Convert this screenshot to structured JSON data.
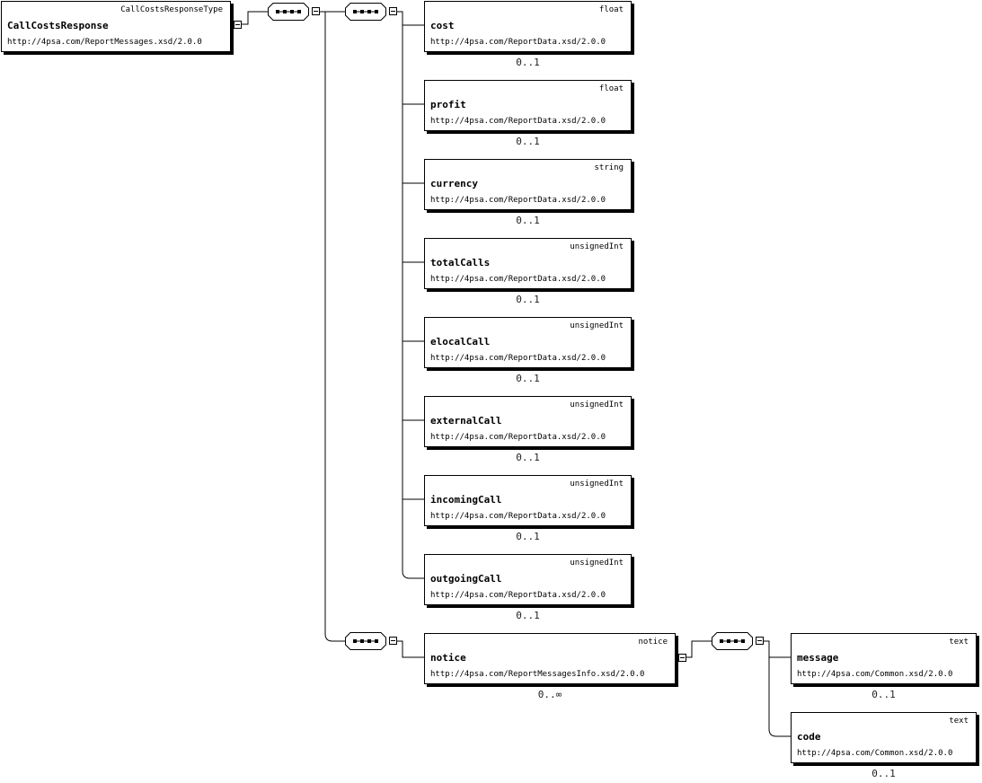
{
  "root": {
    "type": "CallCostsResponseType",
    "name": "CallCostsResponse",
    "ns": "http://4psa.com/ReportMessages.xsd/2.0.0"
  },
  "children": [
    {
      "type": "float",
      "name": "cost",
      "ns": "http://4psa.com/ReportData.xsd/2.0.0",
      "card": "0..1"
    },
    {
      "type": "float",
      "name": "profit",
      "ns": "http://4psa.com/ReportData.xsd/2.0.0",
      "card": "0..1"
    },
    {
      "type": "string",
      "name": "currency",
      "ns": "http://4psa.com/ReportData.xsd/2.0.0",
      "card": "0..1"
    },
    {
      "type": "unsignedInt",
      "name": "totalCalls",
      "ns": "http://4psa.com/ReportData.xsd/2.0.0",
      "card": "0..1"
    },
    {
      "type": "unsignedInt",
      "name": "elocalCall",
      "ns": "http://4psa.com/ReportData.xsd/2.0.0",
      "card": "0..1"
    },
    {
      "type": "unsignedInt",
      "name": "externalCall",
      "ns": "http://4psa.com/ReportData.xsd/2.0.0",
      "card": "0..1"
    },
    {
      "type": "unsignedInt",
      "name": "incomingCall",
      "ns": "http://4psa.com/ReportData.xsd/2.0.0",
      "card": "0..1"
    },
    {
      "type": "unsignedInt",
      "name": "outgoingCall",
      "ns": "http://4psa.com/ReportData.xsd/2.0.0",
      "card": "0..1"
    }
  ],
  "notice": {
    "type": "notice",
    "name": "notice",
    "ns": "http://4psa.com/ReportMessagesInfo.xsd/2.0.0",
    "card": "0..∞"
  },
  "notice_children": [
    {
      "type": "text",
      "name": "message",
      "ns": "http://4psa.com/Common.xsd/2.0.0",
      "card": "0..1"
    },
    {
      "type": "text",
      "name": "code",
      "ns": "http://4psa.com/Common.xsd/2.0.0",
      "card": "0..1"
    }
  ]
}
